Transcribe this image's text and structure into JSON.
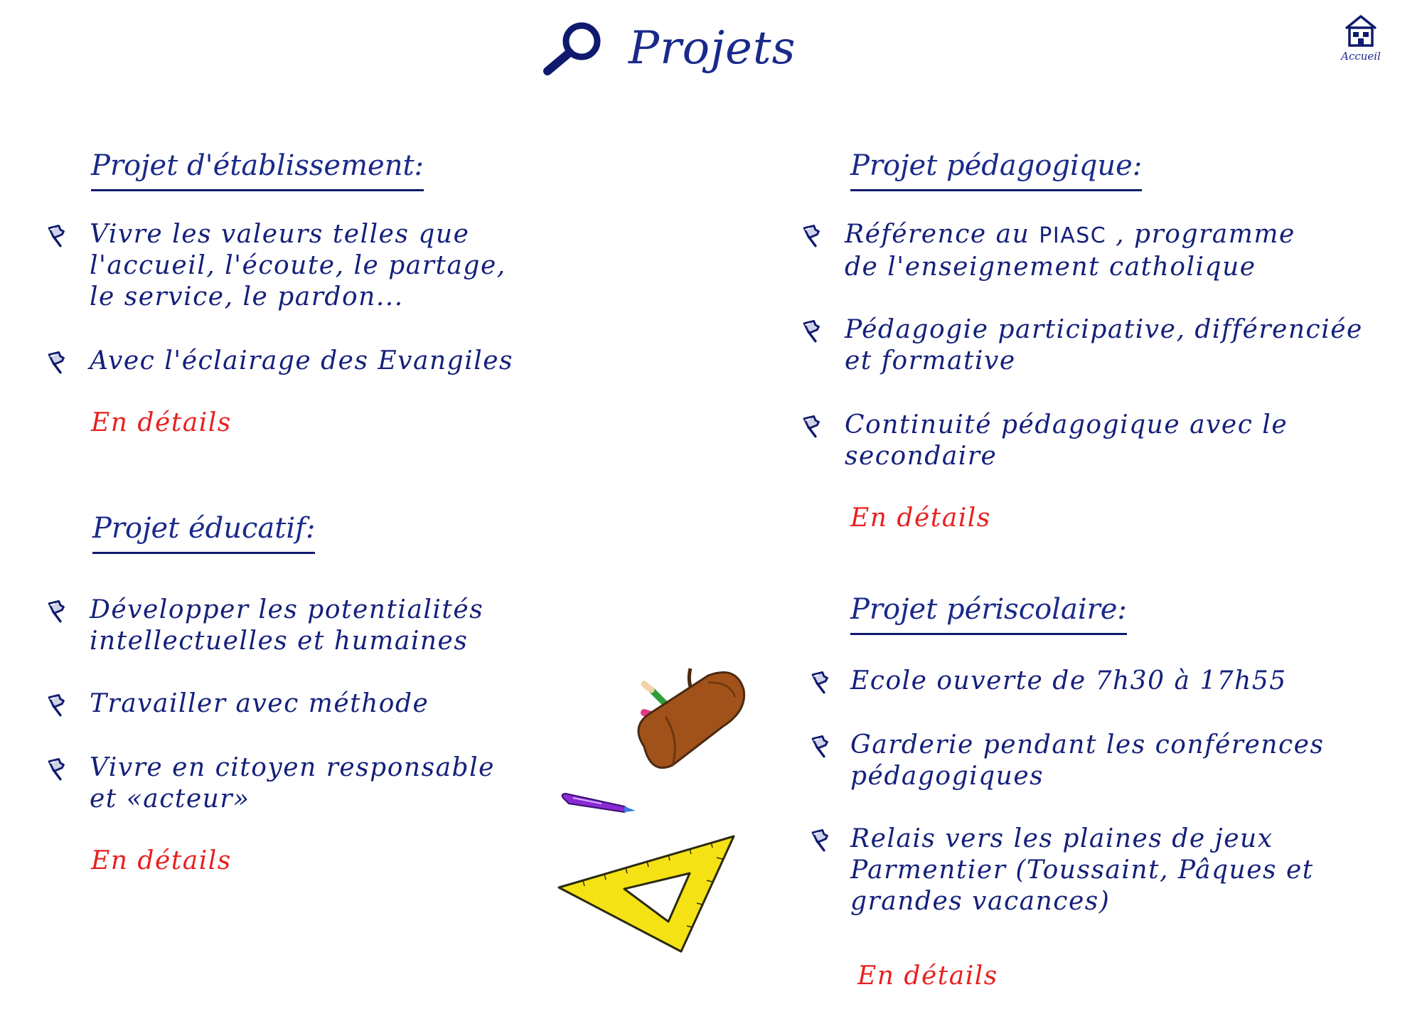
{
  "header": {
    "title": "Projets",
    "home_label": "Accueil"
  },
  "sections": {
    "etablissement": {
      "heading": "Projet d'établissement:",
      "items": [
        {
          "line1": "Vivre les valeurs telles que",
          "line2": "l'accueil, l'écoute, le partage,",
          "line3": "le service, le pardon..."
        },
        {
          "line1": "Avec l'éclairage des Evangiles"
        }
      ],
      "details": "En détails"
    },
    "educatif": {
      "heading": "Projet éducatif:",
      "items": [
        {
          "line1": "Développer les potentialités",
          "line2": "intellectuelles et humaines"
        },
        {
          "line1": "Travailler avec méthode"
        },
        {
          "line1": "Vivre en citoyen responsable",
          "line2": "et «acteur»"
        }
      ],
      "details": "En détails"
    },
    "pedagogique": {
      "heading": "Projet pédagogique:",
      "items": [
        {
          "pre": "Référence au",
          "acronym": "PIASC",
          "post": ", programme",
          "line2": "de l'enseignement catholique"
        },
        {
          "line1": "Pédagogie participative, différenciée",
          "line2": "et formative"
        },
        {
          "line1": "Continuité pédagogique avec le",
          "line2": "secondaire"
        }
      ],
      "details": "En détails"
    },
    "periscolaire": {
      "heading": "Projet périscolaire:",
      "items": [
        {
          "line1": "Ecole ouverte de 7h30 à 17h55"
        },
        {
          "line1": "Garderie pendant les conférences",
          "line2": "pédagogiques"
        },
        {
          "line1": "Relais vers les plaines de jeux",
          "line2": "Parmentier (Toussaint, Pâques et",
          "line3": "grandes vacances)"
        }
      ],
      "details": "En détails"
    }
  },
  "colors": {
    "ink": "#0f1a6e",
    "link": "#e8201f",
    "triangle": "#f5e214",
    "pencil_case": "#a0521a",
    "pen": "#8a2bd6"
  },
  "icons": [
    "magnifier-icon",
    "home-icon",
    "pushpin-icon",
    "pencil-case-illustration",
    "pen-illustration",
    "set-square-illustration"
  ]
}
